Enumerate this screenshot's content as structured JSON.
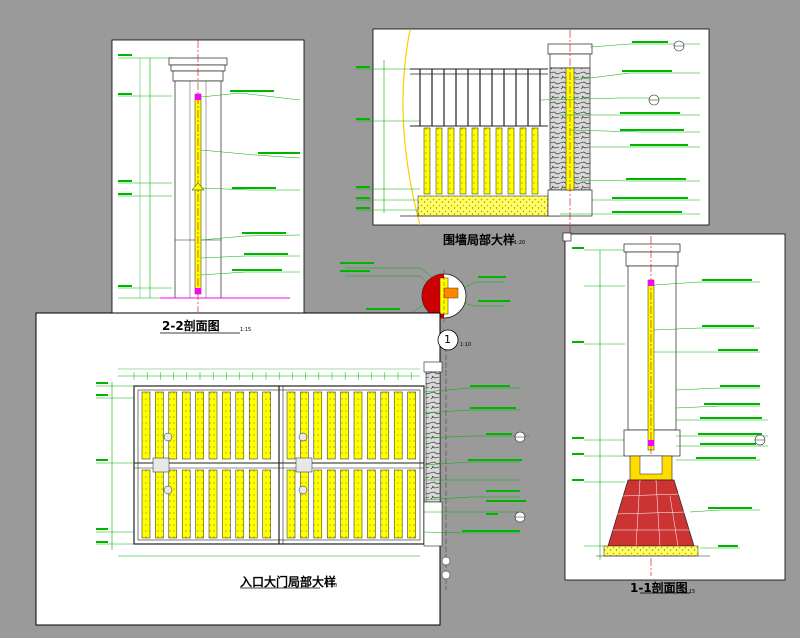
{
  "titles": {
    "section_22": "2-2剖面图",
    "section_22_scale": "1:15",
    "section_11": "1-1剖面图",
    "section_11_scale": "1:15",
    "wall_detail": "围墙局部大样",
    "wall_detail_scale": "1:20",
    "gate_detail": "入口大门局部大样",
    "gate_detail_scale": "1:20"
  },
  "markers": {
    "detail_no": "1",
    "detail_scale": "1:10"
  },
  "colors": {
    "background": "#9a9a9a",
    "sheet": "#ffffff",
    "frame": "#000000",
    "drawing_line": "#222222",
    "annotation": "#00b400",
    "infill": "#ffff00",
    "stone": "#cc0000",
    "center_line": "#d00000",
    "base_line": "#ff00ff"
  }
}
